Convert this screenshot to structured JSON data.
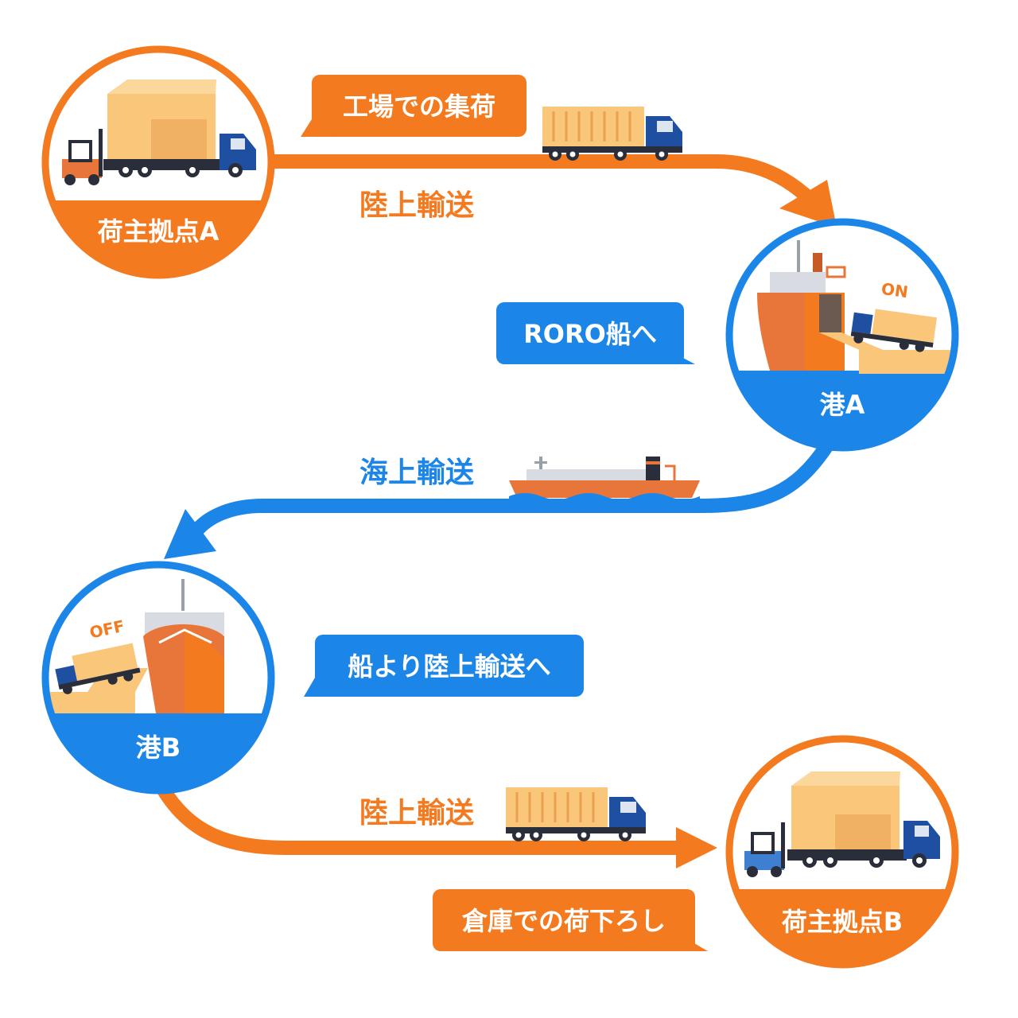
{
  "colors": {
    "orange": "#F47A1F",
    "blue": "#1C86E8",
    "box": "#F9C67A",
    "box_dark": "#EAA24F",
    "truck_cab": "#1F4FA0",
    "ship_hull": "#E8763A",
    "ship_hull_dark": "#C85A28",
    "chassis": "#2A2E3A",
    "white": "#FFFFFF"
  },
  "nodes": {
    "shipper_a": {
      "label": "荷主拠点A",
      "theme": "orange"
    },
    "port_a": {
      "label": "港A",
      "theme": "blue",
      "badge": "ON"
    },
    "port_b": {
      "label": "港B",
      "theme": "blue",
      "badge": "OFF"
    },
    "shipper_b": {
      "label": "荷主拠点B",
      "theme": "orange"
    }
  },
  "callouts": {
    "pickup": "工場での集荷",
    "roro": "RORO船へ",
    "from_ship": "船より陸上輸送へ",
    "unload": "倉庫での荷下ろし"
  },
  "routes": {
    "land_1": "陸上輸送",
    "sea": "海上輸送",
    "land_2": "陸上輸送"
  }
}
